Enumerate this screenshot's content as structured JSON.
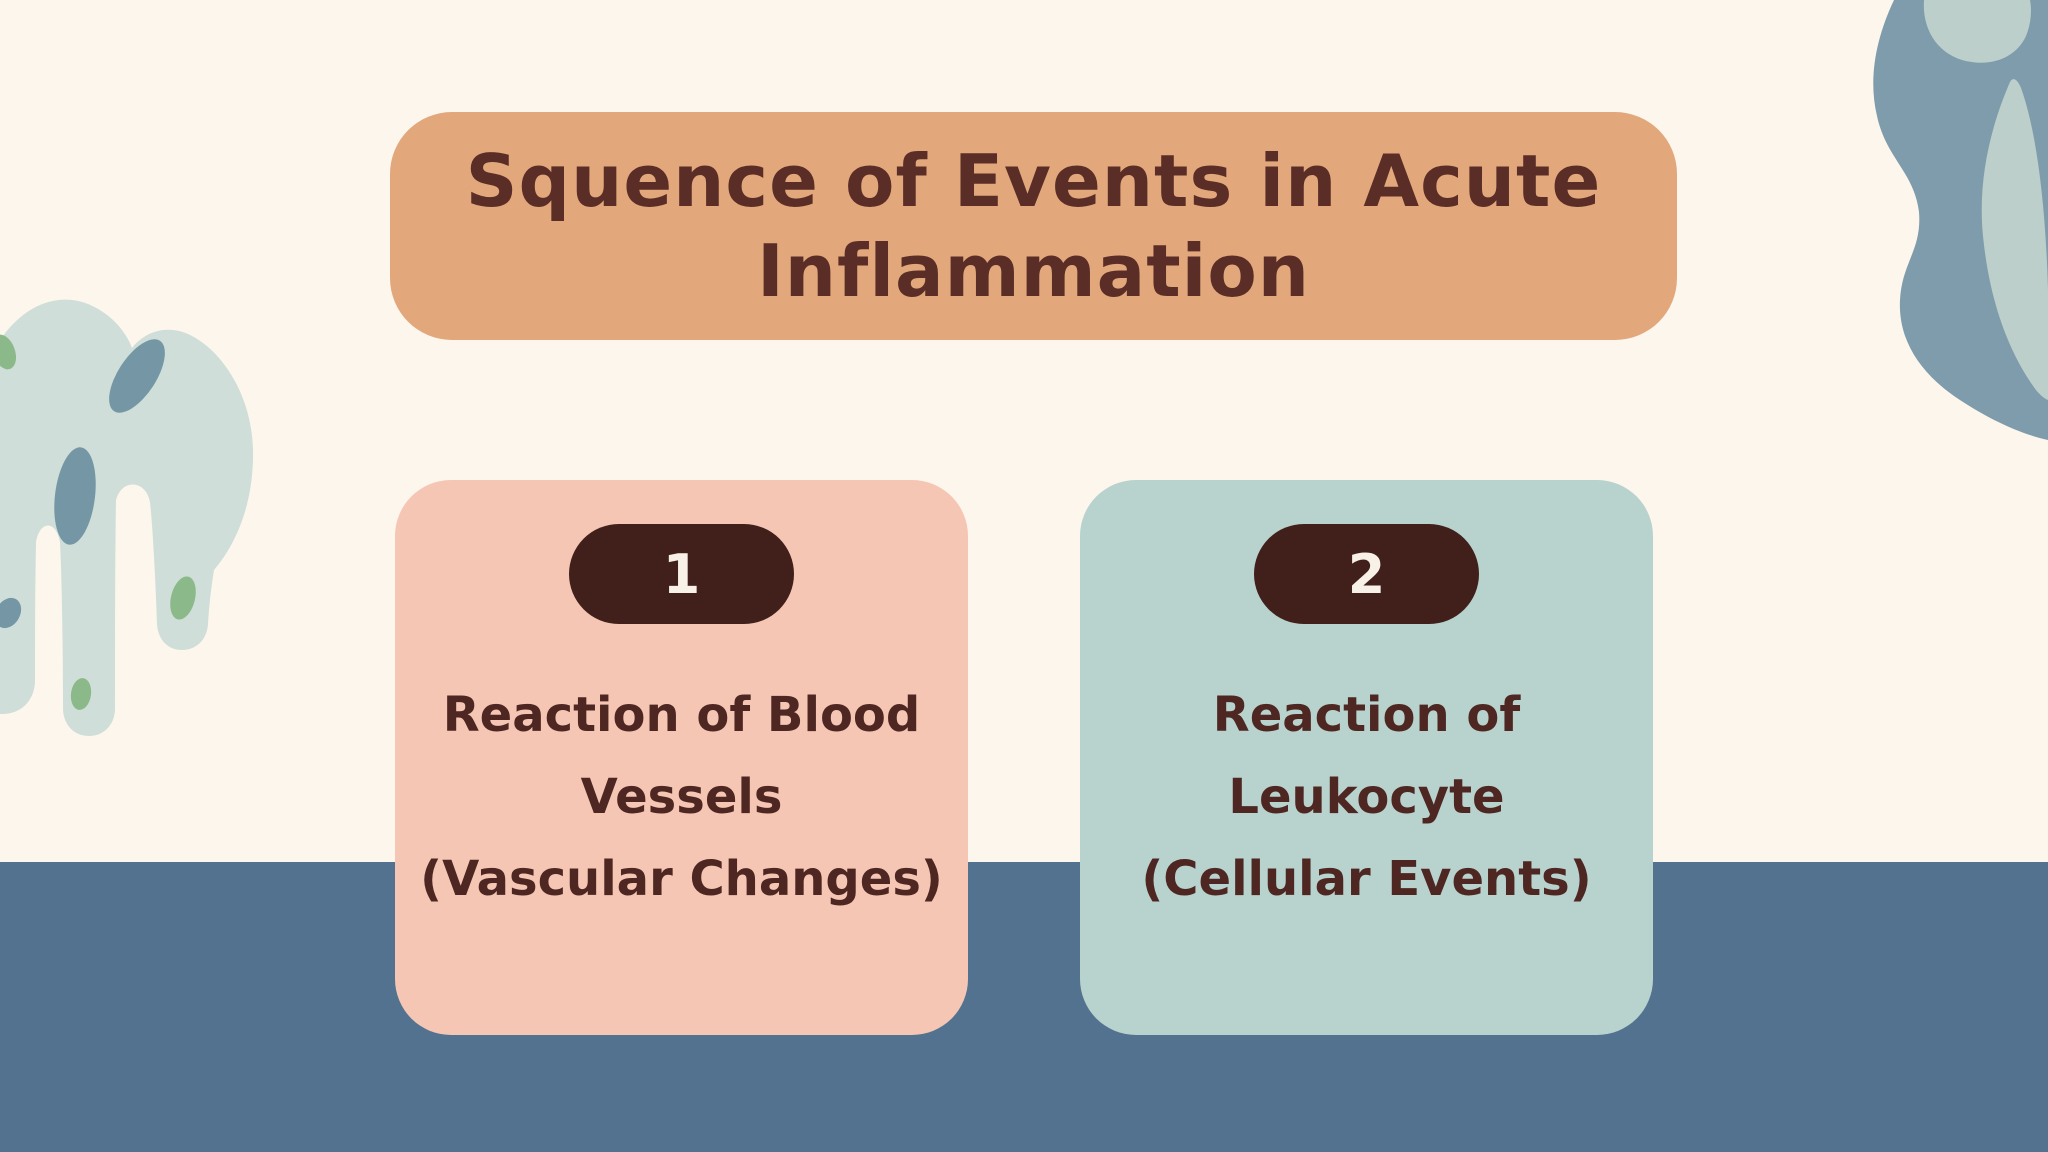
{
  "slide": {
    "title_lines": [
      "Squence of Events in Acute",
      "Inflammation"
    ],
    "cards": [
      {
        "number": "1",
        "lines": [
          "Reaction of Blood",
          "Vessels",
          "(Vascular Changes)"
        ]
      },
      {
        "number": "2",
        "lines": [
          "Reaction of",
          "Leukocyte",
          "(Cellular Events)"
        ]
      }
    ],
    "colors": {
      "background": "#fdf6ed",
      "banner": "#e2a87c",
      "title_text": "#5b2d27",
      "card1_bg": "#f5c6b3",
      "card2_bg": "#b8d2ce",
      "badge_bg": "#41201b",
      "badge_text": "#f8f1e7",
      "card_text": "#4e2722",
      "bottom_band": "#53728f",
      "left_blob_light": "#cfded8",
      "left_blob_slate": "#7597a5",
      "left_blob_green": "#8cb98a",
      "right_blob_dark": "#7e9cab",
      "right_blob_light": "#bccfca"
    }
  }
}
